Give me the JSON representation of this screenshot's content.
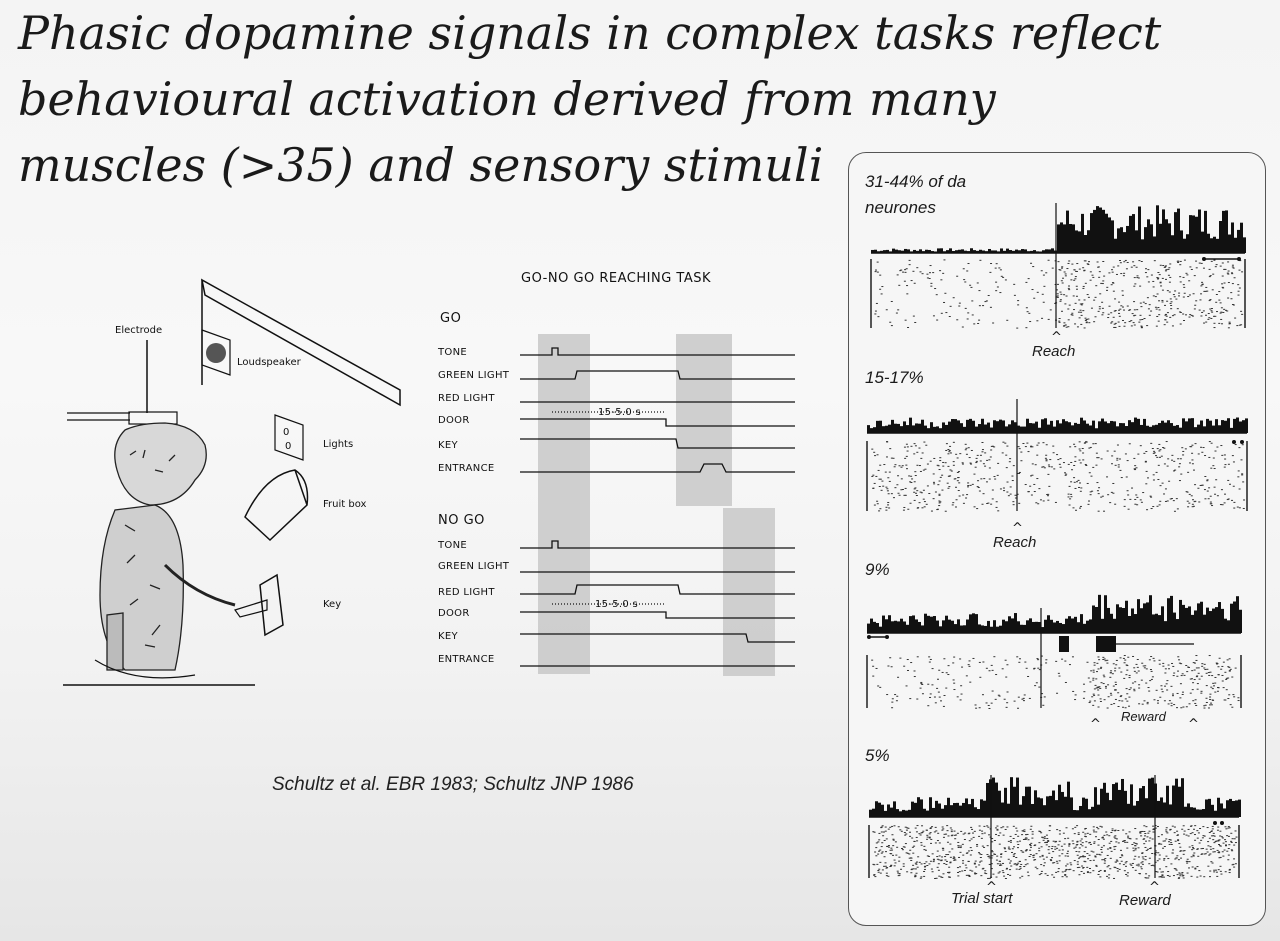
{
  "slide": {
    "title_lines": [
      "Phasic dopamine signals in complex tasks reflect",
      "behavioural activation derived from many",
      "muscles (>35) and sensory stimuli"
    ],
    "citation": "Schultz et al. EBR 1983; Schultz JNP 1986"
  },
  "setup": {
    "electrode": "Electrode",
    "loudspeaker": "Loudspeaker",
    "lights": "Lights",
    "fruit_box": "Fruit box",
    "key": "Key"
  },
  "task": {
    "title": "GO-NO GO REACHING TASK",
    "go_label": "GO",
    "nogo_label": "NO GO",
    "signals": [
      "TONE",
      "GREEN LIGHT",
      "RED LIGHT",
      "DOOR",
      "KEY",
      "ENTRANCE"
    ],
    "interval": "15-5.0 s"
  },
  "panels": [
    {
      "percent": "31-44% of da",
      "percent_line2": "neurones",
      "markers": [
        "Reach"
      ]
    },
    {
      "percent": "15-17%",
      "markers": [
        "Reach"
      ]
    },
    {
      "percent": "9%",
      "markers": [
        "Reward"
      ]
    },
    {
      "percent": "5%",
      "markers": [
        "Trial start",
        "Reward"
      ]
    }
  ]
}
